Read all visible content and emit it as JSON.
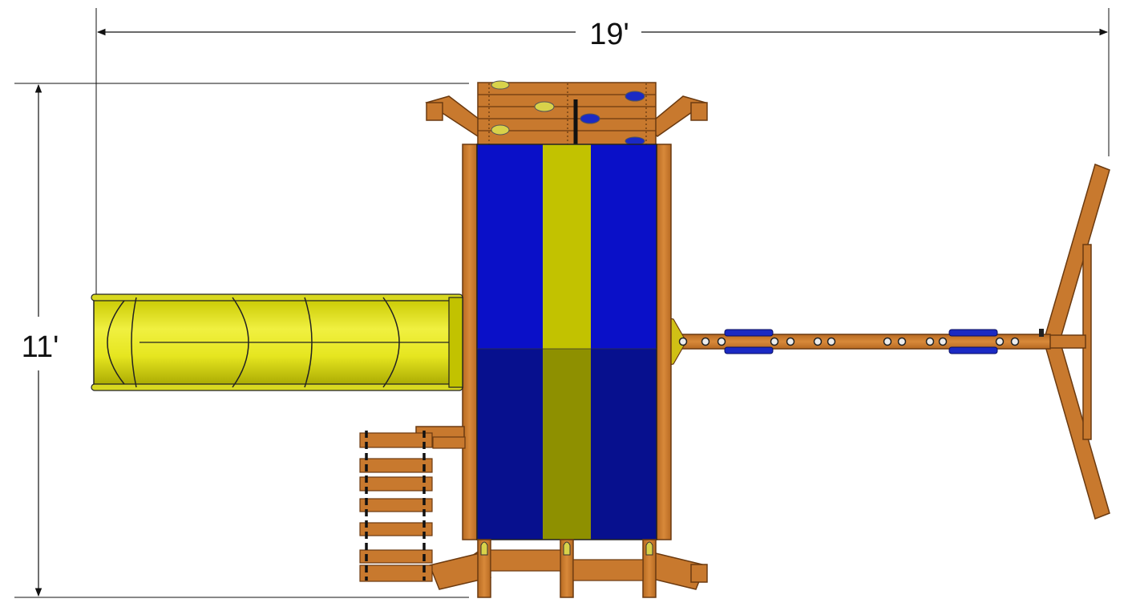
{
  "dimensions": {
    "width_label": "19'",
    "height_label": "11'"
  },
  "colors": {
    "wood": "#C8792E",
    "wood_dark": "#8A4A14",
    "wood_edge": "#6B3A10",
    "canopy_blue": "#0A10C8",
    "canopy_blue_shade": "#07108E",
    "canopy_yellow": "#C2C200",
    "canopy_yellow_shade": "#8E9000",
    "slide_yellow": "#E2E21A",
    "slide_yellow_dark": "#A8A800",
    "rock_yellow": "#D8D24A",
    "rock_blue": "#1B2AC4",
    "line": "#111111"
  },
  "components": {
    "slide": "tube-slide",
    "canopy": "striped-canopy-roof",
    "swing_beam": "swing-beam",
    "a_frame": "swing-a-frame",
    "rock_wall": "rock-climbing-wall",
    "ladder": "rope-ladder"
  }
}
